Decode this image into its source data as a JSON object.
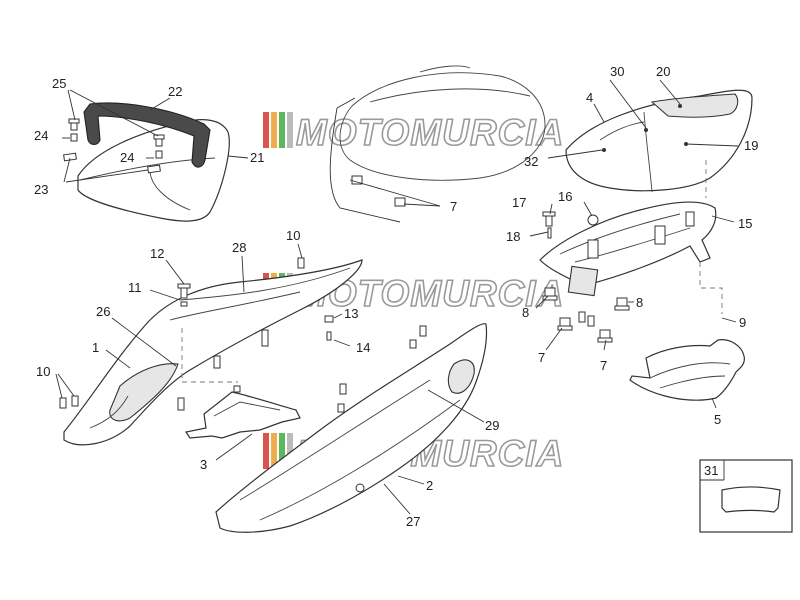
{
  "watermark": {
    "text": "MOTOMURCIA",
    "colors": [
      "#d9534f",
      "#f0ad4e",
      "#5cb85c",
      "#bbbbbb"
    ]
  },
  "callouts": {
    "c1": "1",
    "c2": "2",
    "c3": "3",
    "c4": "4",
    "c5": "5",
    "c7": "7",
    "c8": "8",
    "c9": "9",
    "c10": "10",
    "c11": "11",
    "c12": "12",
    "c13": "13",
    "c14": "14",
    "c15": "15",
    "c16": "16",
    "c17": "17",
    "c18": "18",
    "c19": "19",
    "c20": "20",
    "c21": "21",
    "c22": "22",
    "c23": "23",
    "c24": "24",
    "c25": "25",
    "c26": "26",
    "c27": "27",
    "c28": "28",
    "c29": "29",
    "c30": "30",
    "c31": "31",
    "c32": "32"
  },
  "colors": {
    "line": "#333333",
    "shade": "#e6e6e6",
    "handle": "#4a4a4a"
  }
}
